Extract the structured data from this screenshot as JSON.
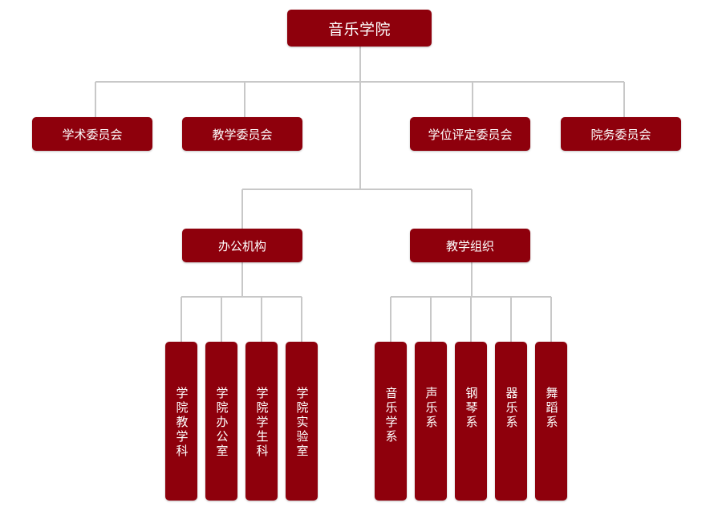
{
  "root": {
    "label": "音乐学院"
  },
  "committees": [
    {
      "label": "学术委员会"
    },
    {
      "label": "教学委员会"
    },
    {
      "label": "学位评定委员会"
    },
    {
      "label": "院务委员会"
    }
  ],
  "branches": [
    {
      "label": "办公机构"
    },
    {
      "label": "教学组织"
    }
  ],
  "offices": [
    {
      "label": "学院教学科"
    },
    {
      "label": "学院办公室"
    },
    {
      "label": "学院学生科"
    },
    {
      "label": "学院实验室"
    }
  ],
  "departments": [
    {
      "label": "音乐学系"
    },
    {
      "label": "声乐系"
    },
    {
      "label": "钢琴系"
    },
    {
      "label": "器乐系"
    },
    {
      "label": "舞蹈系"
    }
  ],
  "colors": {
    "node_fill": "#8e000c",
    "node_text": "#ffffff",
    "connector": "#c8c8c8"
  }
}
